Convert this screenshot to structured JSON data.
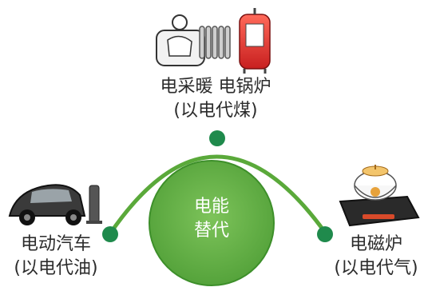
{
  "center": {
    "line1": "电能",
    "line2": "替代"
  },
  "top": {
    "line1": "电采暖 电锅炉",
    "line2": "(以电代煤)"
  },
  "left": {
    "line1": "电动汽车",
    "line2": "(以电代油)"
  },
  "right": {
    "line1": "电磁炉",
    "line2": "(以电代气)"
  },
  "colors": {
    "arc": "#5aa93a",
    "node": "#1f8a4c",
    "center_fill": "#6ab04c",
    "center_edge": "#3d8f2a"
  }
}
